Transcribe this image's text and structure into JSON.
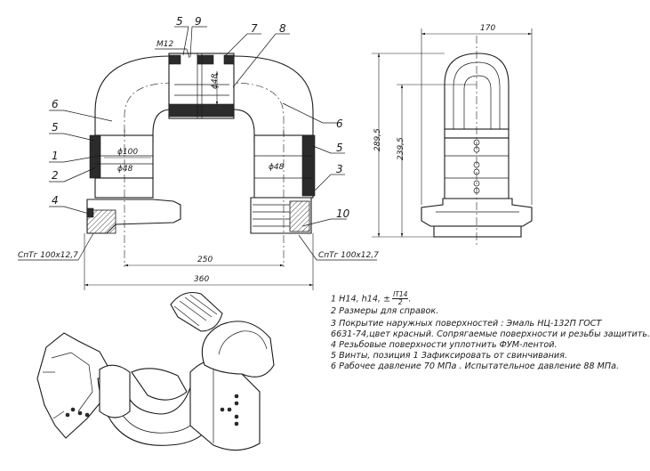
{
  "callouts": {
    "top_5": "5",
    "top_9": "9",
    "top_7": "7",
    "top_8": "8",
    "left_6": "6",
    "right_6": "6",
    "left_5": "5",
    "right_5": "5",
    "left_1": "1",
    "left_2": "2",
    "left_4": "4",
    "right_3": "3",
    "right_10": "10"
  },
  "labels": {
    "thread_m12": "M12",
    "dia_48_top": "ϕ48",
    "dia_100": "ϕ100",
    "dia_48_left": "ϕ48",
    "dia_48_right": "ϕ48",
    "thread_left": "СпТг 100x12,7",
    "thread_right": "СпТг 100x12,7"
  },
  "dimensions": {
    "width_250": "250",
    "width_360": "360",
    "width_170": "170",
    "height_289_5": "289,5",
    "height_239_5": "239,5"
  },
  "notes": {
    "n1_prefix": "1 H14, h14, ±",
    "n1_num": "IT14",
    "n1_den": "2",
    "n1_suffix": ".",
    "n2": "2  Размеры для справок.",
    "n3a": "3  Покрытие  наружных  поверхностей  :  Эмаль  НЦ-132П  ГОСТ",
    "n3b": "6631-74,цвет красный. Сопрягаемые поверхности и резьбы защитить.",
    "n4": "4  Резьбовые поверхности уплотнить ФУМ-лентой.",
    "n5": "5  Винты, позиция 1 Зафиксировать от свинчивания.",
    "n6": "6  Рабочее давление 70 МПа . Испытательное давление 88 МПа."
  }
}
